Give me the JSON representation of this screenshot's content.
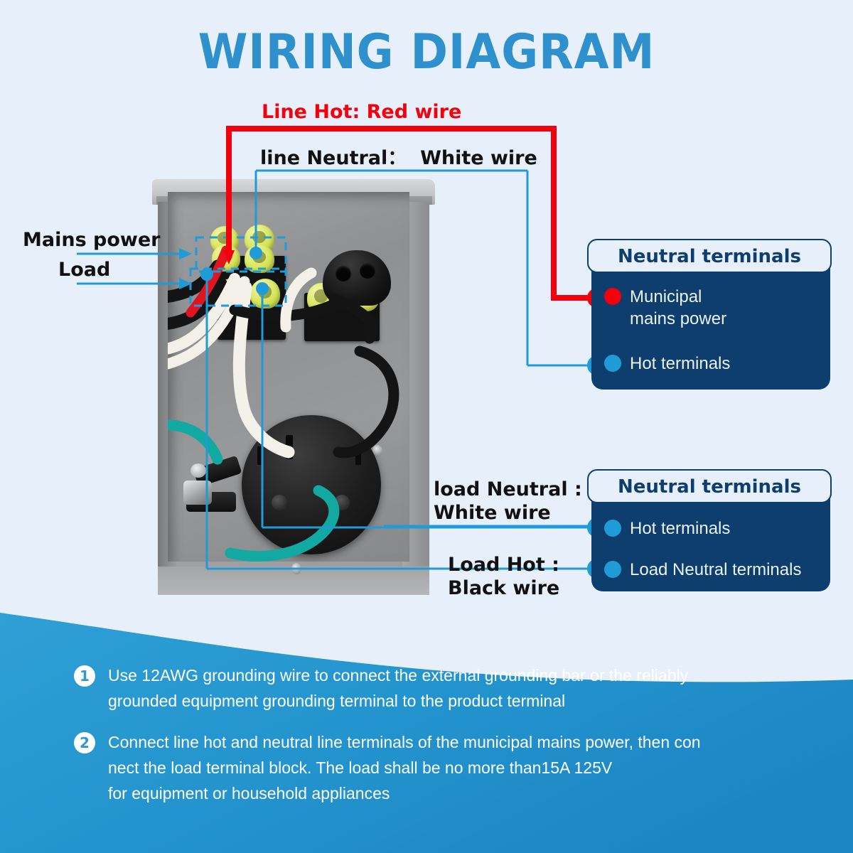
{
  "title": "WIRING DIAGRAM",
  "colors": {
    "background": "#e7f0fa",
    "title_blue": "#2e90cc",
    "red": "#f4000c",
    "navy": "#0d3e6e",
    "light_blue": "#1f9bd8",
    "band_blue": "#2e9ad1"
  },
  "labels": {
    "line_hot": "Line Hot: Red wire",
    "line_neutral": "line Neutral：  White wire",
    "mains_power": "Mains power",
    "load": "Load",
    "load_neutral": "load Neutral :\nWhite wire",
    "load_hot": "Load Hot :\nBlack wire"
  },
  "callouts": [
    {
      "header": "Neutral terminals",
      "items": [
        {
          "dot": "red",
          "text": "Municipal\nmains power"
        },
        {
          "dot": "blue",
          "text": "Hot terminals"
        }
      ]
    },
    {
      "header": "Neutral terminals",
      "items": [
        {
          "dot": "blue",
          "text": "Hot terminals"
        },
        {
          "dot": "blue",
          "text": "Load Neutral terminals"
        }
      ]
    }
  ],
  "steps": [
    {
      "number": "1",
      "text": "Use 12AWG grounding wire to connect the external grounding bar or the reliably\ngrounded equipment grounding terminal to the product terminal"
    },
    {
      "number": "2",
      "text": "Connect line hot and neutral line terminals of the municipal mains power, then con\nnect the load terminal block.  The load shall be no more than15A 125V\nfor equipment or household appliances"
    }
  ]
}
